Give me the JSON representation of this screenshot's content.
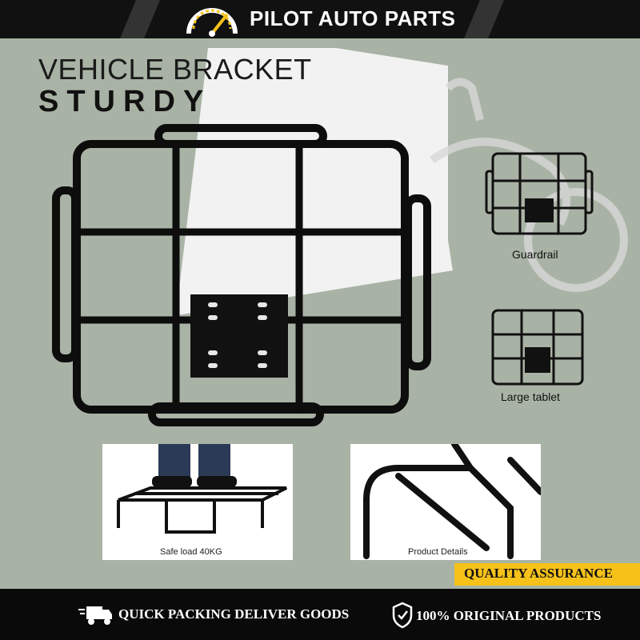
{
  "brand": {
    "title": "PILOT AUTO PARTS",
    "logo_icon": "speedometer-icon"
  },
  "headline": {
    "line1": "VEHICLE BRACKET",
    "line2": "STURDY"
  },
  "thumbnails": [
    {
      "label": "Guardrail",
      "icon": "rack-with-rails-icon"
    },
    {
      "label": "Large tablet",
      "icon": "flat-rack-icon"
    }
  ],
  "cards": [
    {
      "caption": "Safe load 40KG"
    },
    {
      "caption": "Product Details"
    }
  ],
  "badges": {
    "quality": "QUALITY ASSURANCE"
  },
  "footer": {
    "packing": "QUICK PACKING DELIVER GOODS",
    "original": "100% ORIGINAL PRODUCTS",
    "packing_icon": "truck-icon",
    "original_icon": "shield-check-icon"
  },
  "colors": {
    "accent": "#f6c21a",
    "dark": "#111111",
    "sage": "#a9b3a5"
  }
}
